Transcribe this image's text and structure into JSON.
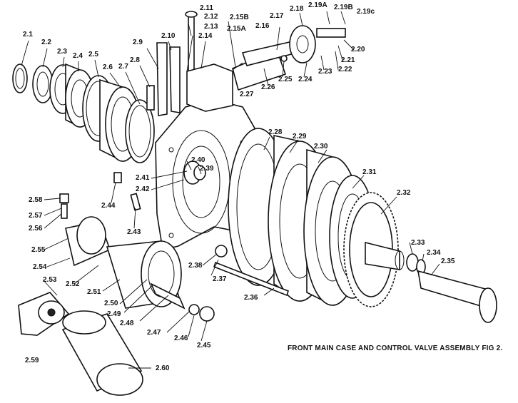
{
  "caption": "FRONT MAIN CASE AND CONTROL  VALVE ASSEMBLY  FIG 2.",
  "labels": [
    "2.1",
    "2.2",
    "2.3",
    "2.4",
    "2.5",
    "2.6",
    "2.7",
    "2.8",
    "2.9",
    "2.10",
    "2.11",
    "2.12",
    "2.13",
    "2.14",
    "2.15B",
    "2.15A",
    "2.16",
    "2.17",
    "2.18",
    "2.19A",
    "2.19B",
    "2.19c",
    "2.20",
    "2.21",
    "2.22",
    "2.23",
    "2.24",
    "2.25",
    "2.26",
    "2.27",
    "2.28",
    "2.29",
    "2.30",
    "2.31",
    "2.32",
    "2.33",
    "2.34",
    "2.35",
    "2.36",
    "2.37",
    "2.38",
    "2.39",
    "2.40",
    "2.41",
    "2.42",
    "2.43",
    "2.44",
    "2.45",
    "2.46",
    "2.47",
    "2.48",
    "2.49",
    "2.50",
    "2.51",
    "2.52",
    "2.53",
    "2.54",
    "2.55",
    "2.56",
    "2.57",
    "2.58",
    "2.59",
    "2.60"
  ]
}
